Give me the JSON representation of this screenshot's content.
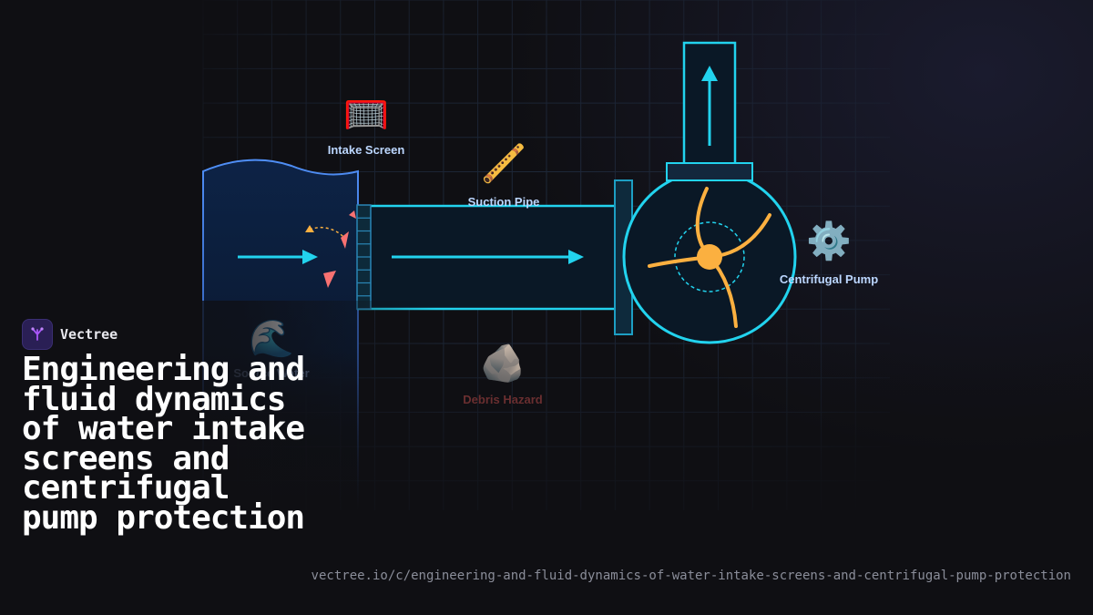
{
  "brand": {
    "name": "Vectree"
  },
  "page": {
    "title": "Engineering and fluid dynamics of water intake screens and centrifugal pump protection",
    "url": "vectree.io/c/engineering-and-fluid-dynamics-of-water-intake-screens-and-centrifugal-pump-protection"
  },
  "diagram": {
    "labels": {
      "intake_screen": "Intake Screen",
      "suction_pipe": "Suction Pipe",
      "centrifugal_pump": "Centrifugal Pump",
      "source_water": "Source Water",
      "debris_hazard": "Debris Hazard"
    },
    "icons": {
      "intake_screen": "🥅",
      "suction_pipe": "🪈",
      "centrifugal_pump": "⚙️",
      "source_water": "🌊",
      "debris_hazard": "🪨"
    },
    "colors": {
      "background": "#0f0f13",
      "flow": "#22d3ee",
      "water_edge": "#4f8ff7",
      "impeller": "#fbb040",
      "debris": "#f87171",
      "label": "#bcd7ff",
      "hazard_label": "#8b3a3a",
      "brand_accent": "#a855f7"
    }
  }
}
